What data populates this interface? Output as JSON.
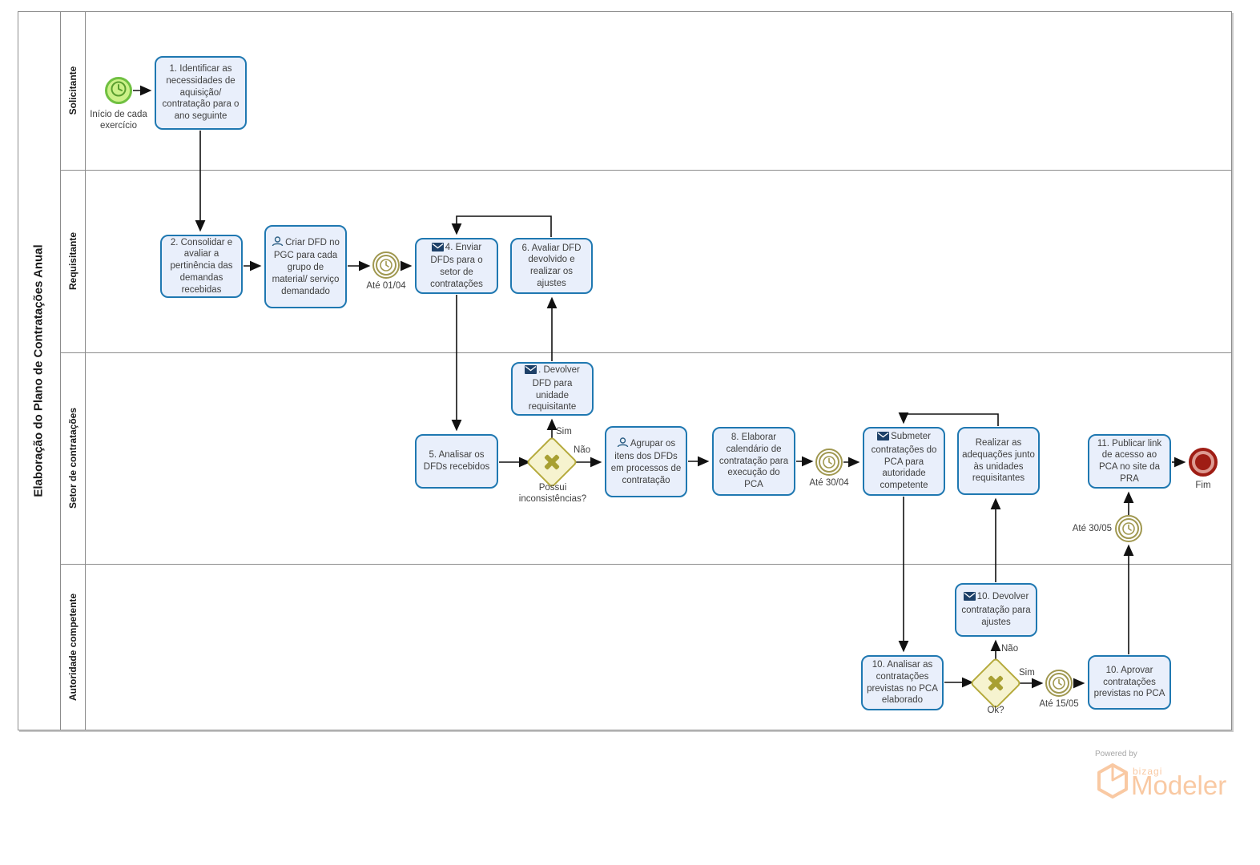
{
  "pool": {
    "title": "Elaboração do Plano de Contratações Anual"
  },
  "lanes": {
    "l1": "Solicitante",
    "l2": "Requisitante",
    "l3": "Setor de contratações",
    "l4": "Autoridade competente"
  },
  "events": {
    "start": "Início de cada exercício",
    "timer1": "Até 01/04",
    "timer2": "Até 30/04",
    "timer3": "Até 30/05",
    "timer4": "Até 15/05",
    "end": "Fim"
  },
  "tasks": {
    "t1": "1. Identificar as necessidades de aquisição/ contratação para o ano seguinte",
    "t2": "2. Consolidar e avaliar a pertinência das demandas recebidas",
    "t3": "Criar DFD no PGC para cada grupo de material/ serviço demandado",
    "t4": "4. Enviar DFDs para o setor de contratações",
    "t5": "5. Analisar os DFDs recebidos",
    "t6": "6. Avaliar DFD devolvido e realizar os ajustes",
    "t7": "Agrupar os itens dos DFDs   em processos de contratação",
    "t8": "8. Elaborar calendário de contratação para execução do PCA",
    "t9": "Submeter contratações do PCA para autoridade competente",
    "t_devolver_dfd": ". Devolver DFD para unidade requisitante",
    "t_realizar": "Realizar as adequações junto às unidades requisitantes",
    "t10_analisar": "10. Analisar as contratações previstas no PCA elaborado",
    "t10_devolver": "10. Devolver contratação para ajustes",
    "t10_aprovar": "10. Aprovar contratações previstas no PCA",
    "t11": "11. Publicar link de acesso ao PCA no site da PRA"
  },
  "gateways": {
    "g1": {
      "question": "Possui inconsistências?",
      "yes": "Sim",
      "no": "Não"
    },
    "g2": {
      "question": "Ok?",
      "yes": "Sim",
      "no": "Não"
    }
  },
  "branding": {
    "powered_by": "Powered by",
    "brand": "bizagi",
    "product": "Modeler"
  },
  "icons": [
    "clock-icon",
    "timer-icon",
    "envelope-icon",
    "person-icon",
    "x-gateway-icon",
    "hexagon-logo-icon"
  ],
  "colors": {
    "task_fill": "#e9effb",
    "task_border": "#1f78b1",
    "start_fill": "#ccf188",
    "start_border": "#70c041",
    "timer": "#a09850",
    "end": "#9f1d14",
    "gateway_fill": "#f6f3cf",
    "gateway_border": "#b5aa3c",
    "connector": "#111111",
    "brand_orange": "#f9c9a3",
    "text": "#3f3f3f"
  }
}
